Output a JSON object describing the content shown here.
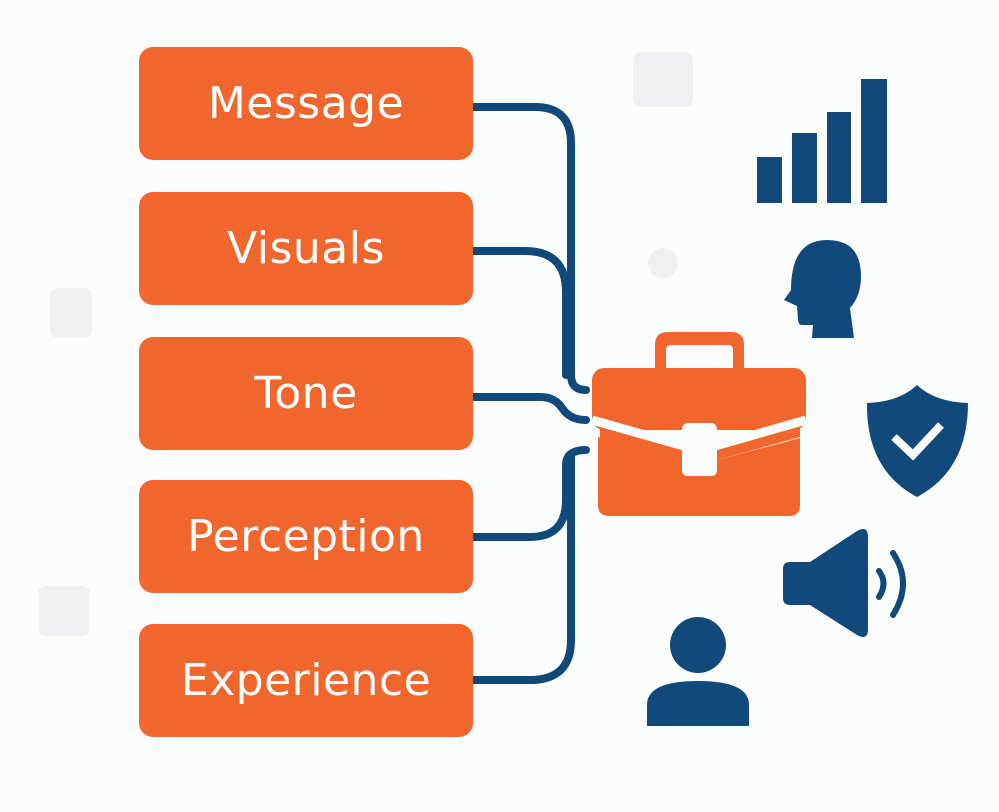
{
  "diagram": {
    "nodes": [
      {
        "id": "message",
        "label": "Message"
      },
      {
        "id": "visuals",
        "label": "Visuals"
      },
      {
        "id": "tone",
        "label": "Tone"
      },
      {
        "id": "perception",
        "label": "Perception"
      },
      {
        "id": "experience",
        "label": "Experience"
      }
    ],
    "hub": {
      "icon": "briefcase-icon"
    },
    "edges": [
      {
        "from": "message",
        "to": "hub"
      },
      {
        "from": "visuals",
        "to": "hub"
      },
      {
        "from": "tone",
        "to": "hub"
      },
      {
        "from": "perception",
        "to": "hub"
      },
      {
        "from": "experience",
        "to": "hub"
      }
    ],
    "side_icons": [
      "bar-chart-icon",
      "head-profile-icon",
      "shield-check-icon",
      "speaker-icon",
      "user-icon"
    ]
  },
  "colors": {
    "accent": "#f0662c",
    "primary": "#114a7a",
    "background": "#fbfcfc",
    "decor": "#eef1f1"
  }
}
